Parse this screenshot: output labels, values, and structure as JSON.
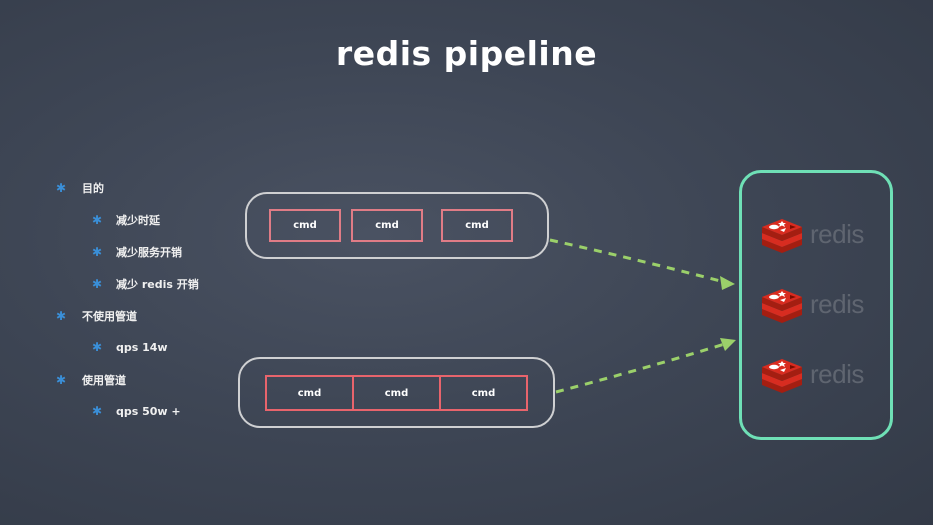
{
  "title": "redis pipeline",
  "bullets": [
    {
      "level": 1,
      "text": "目的"
    },
    {
      "level": 2,
      "text": "减少时延"
    },
    {
      "level": 2,
      "text": "减少服务开销"
    },
    {
      "level": 2,
      "text": "减少 redis 开销"
    },
    {
      "level": 1,
      "text": "不使用管道"
    },
    {
      "level": 2,
      "text": "qps 14w"
    },
    {
      "level": 1,
      "text": "使用管道"
    },
    {
      "level": 2,
      "text": "qps 50w +"
    }
  ],
  "bullet_marker": "✱",
  "diagram": {
    "without_pipeline": {
      "commands": [
        "cmd",
        "cmd",
        "cmd"
      ]
    },
    "with_pipeline": {
      "commands": [
        "cmd",
        "cmd",
        "cmd"
      ]
    },
    "servers": [
      {
        "label": "redis",
        "icon": "redis-logo-icon"
      },
      {
        "label": "redis",
        "icon": "redis-logo-icon"
      },
      {
        "label": "redis",
        "icon": "redis-logo-icon"
      }
    ]
  },
  "colors": {
    "background": "#3e4655",
    "bullet": "#3a8fd8",
    "cmd_border": "#e07c86",
    "cluster_border": "#6fe0b6",
    "arrow": "#9bd06a",
    "redis_red": "#d82c20"
  }
}
